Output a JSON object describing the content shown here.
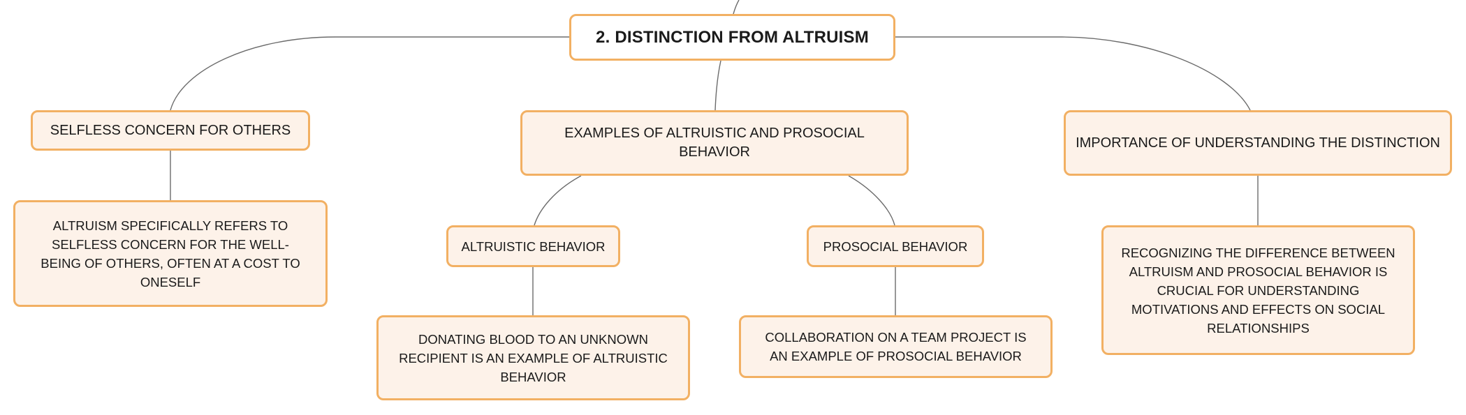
{
  "mindmap": {
    "root": "2. DISTINCTION FROM ALTRUISM",
    "branch_selfless": {
      "title": "SELFLESS CONCERN FOR OTHERS",
      "detail": "ALTRUISM SPECIFICALLY REFERS TO SELFLESS CONCERN FOR THE WELL-BEING OF OTHERS, OFTEN AT A COST TO ONESELF"
    },
    "branch_examples": {
      "title": "EXAMPLES OF ALTRUISTIC AND PROSOCIAL BEHAVIOR",
      "altruistic": {
        "title": "ALTRUISTIC BEHAVIOR",
        "detail": "DONATING BLOOD TO AN UNKNOWN RECIPIENT IS AN EXAMPLE OF ALTRUISTIC BEHAVIOR"
      },
      "prosocial": {
        "title": "PROSOCIAL BEHAVIOR",
        "detail": "COLLABORATION ON A TEAM PROJECT IS AN EXAMPLE OF PROSOCIAL BEHAVIOR"
      }
    },
    "branch_importance": {
      "title": "IMPORTANCE OF UNDERSTANDING THE DISTINCTION",
      "detail": "RECOGNIZING THE DIFFERENCE BETWEEN ALTRUISM AND PROSOCIAL BEHAVIOR IS CRUCIAL FOR UNDERSTANDING MOTIVATIONS AND EFFECTS ON SOCIAL RELATIONSHIPS"
    }
  },
  "colors": {
    "node_border": "#f2b063",
    "node_fill": "#fdf2e9",
    "root_fill": "#ffffff",
    "connector": "#6b6b6b"
  }
}
